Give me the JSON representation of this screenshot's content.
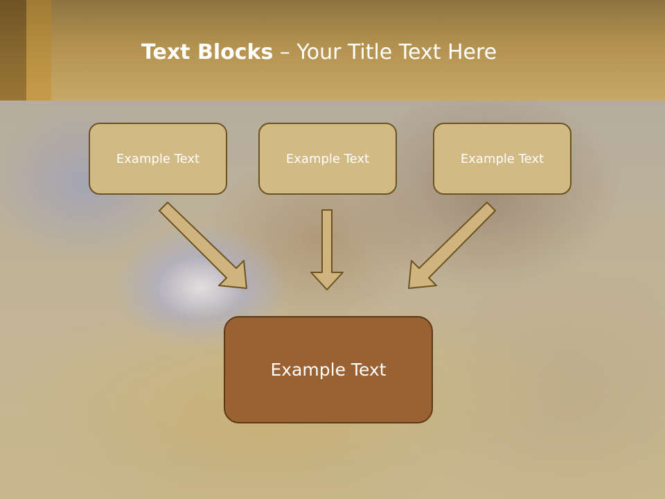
{
  "slide": {
    "title_bold": "Text Blocks",
    "title_rest": " – Your Title Text Here"
  },
  "diagram": {
    "top_blocks": [
      {
        "label": "Example Text"
      },
      {
        "label": "Example Text"
      },
      {
        "label": "Example Text"
      }
    ],
    "bottom_block": {
      "label": "Example Text"
    }
  },
  "colors": {
    "header": "#b3924f",
    "top_block_fill": "#d2ba85",
    "top_block_border": "#6b5221",
    "bottom_block_fill": "#9a6232",
    "arrow_fill": "#cfb57d",
    "arrow_stroke": "#6b5221"
  },
  "icons": {
    "arrows": [
      "arrow-diagonal-right-down-icon",
      "arrow-down-icon",
      "arrow-diagonal-left-down-icon"
    ]
  }
}
